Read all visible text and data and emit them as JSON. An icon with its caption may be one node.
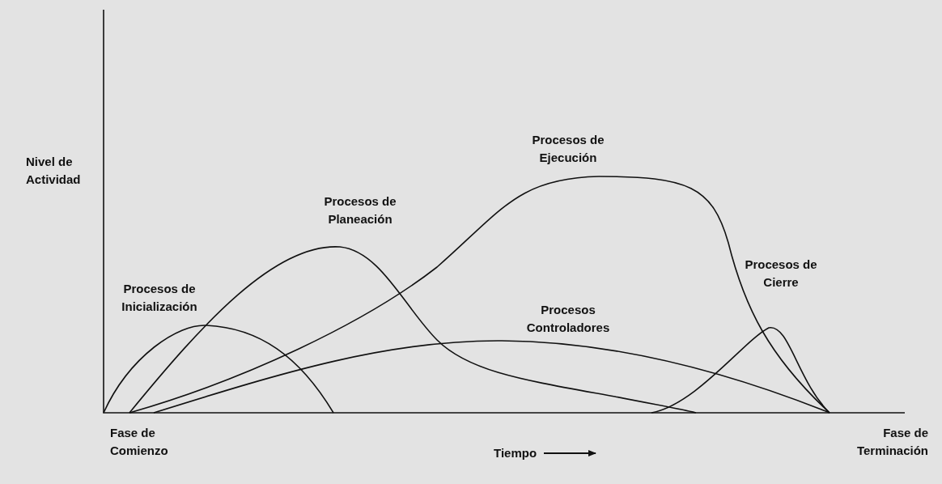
{
  "diagram": {
    "labels": [
      "Procesos de Ejecución",
      "Nivel de Actividad",
      "Procesos de Planeación",
      "Procesos de Cierre",
      "Procesos de Inicialización",
      "Procesos Controladores",
      "Fase de Comienzo",
      "Tiempo",
      "Fase de Terminación"
    ]
  }
}
